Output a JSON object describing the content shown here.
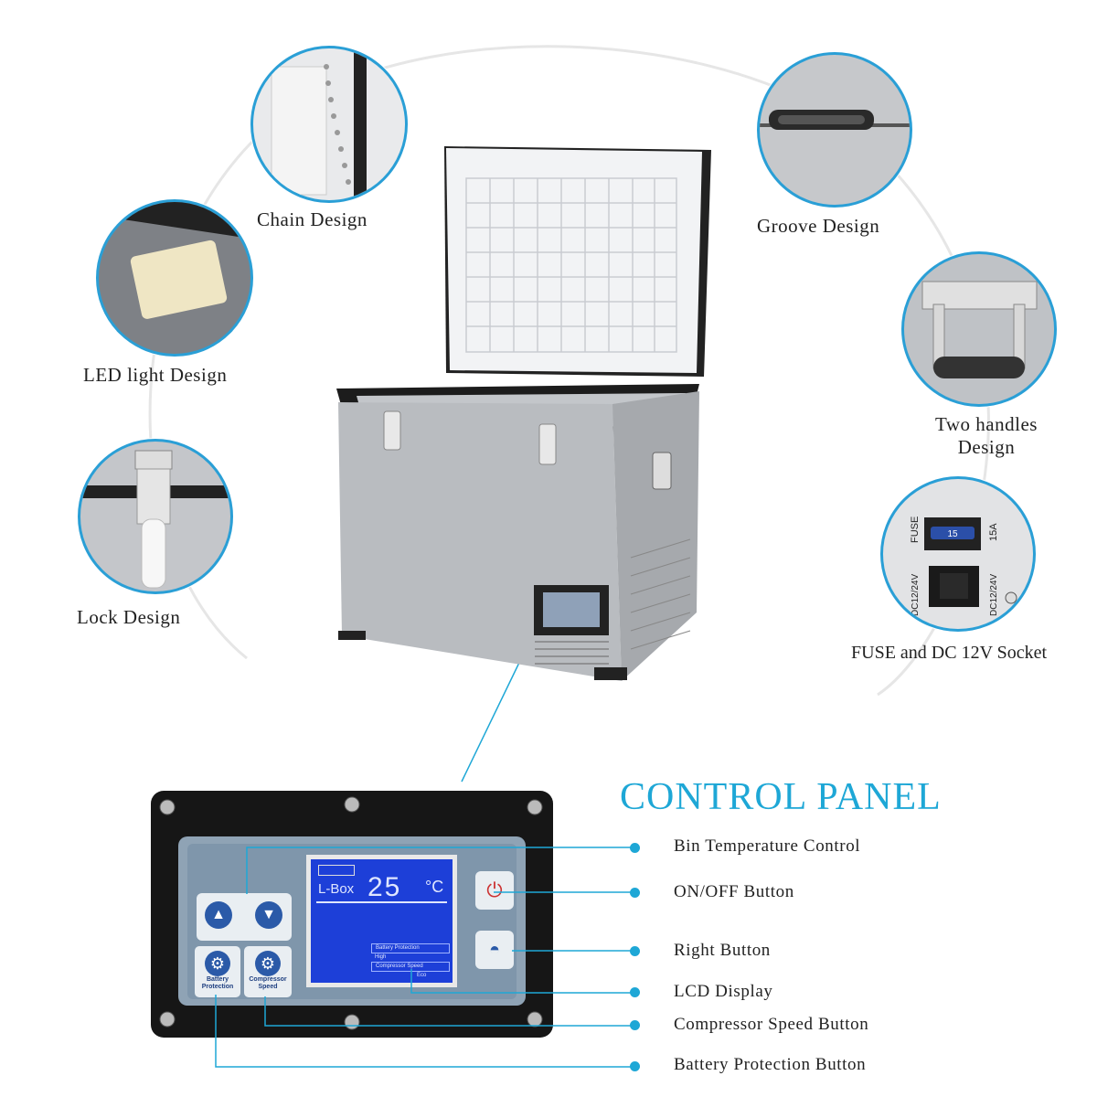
{
  "features": {
    "chain": "Chain Design",
    "led": "LED light Design",
    "lock": "Lock Design",
    "groove": "Groove Design",
    "handles_line1": "Two handles",
    "handles_line2": "Design",
    "fuse": "FUSE and DC 12V Socket"
  },
  "fuse_detail": {
    "fuse_label": "FUSE",
    "fuse_value": "15",
    "rating": "15A",
    "dc_label": "DC12/24V"
  },
  "control_panel": {
    "title": "CONTROL PANEL",
    "lcd": {
      "brand": "L-Box",
      "temperature": "25",
      "unit": "°C",
      "battery_protection": "Battery Protection",
      "battery_level": "High",
      "compressor_speed": "Compressor Speed",
      "speed_mode": "Eco"
    },
    "button_labels": {
      "battery": "Battery Protection",
      "compressor": "Compressor Speed"
    },
    "callouts": [
      "Bin Temperature Control",
      "ON/OFF Button",
      "Right Button",
      "LCD Display",
      "Compressor Speed Button",
      "Battery Protection Button"
    ]
  },
  "colors": {
    "accent": "#1ea7d6",
    "lcd": "#1d3fd8",
    "body": "#b9bcc0"
  }
}
